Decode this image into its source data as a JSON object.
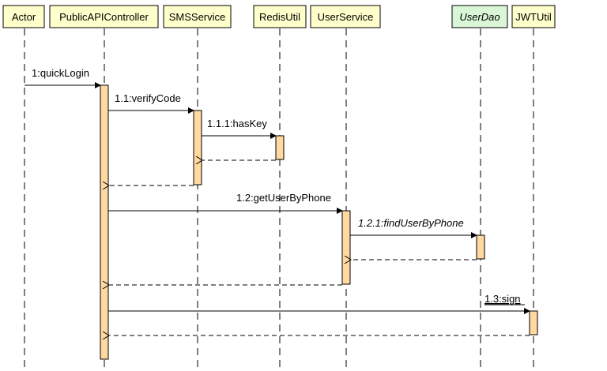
{
  "colors": {
    "head_fill": "#ffffcc",
    "head_fill_interface": "#d9f7d6",
    "activation_fill": "#ffd9a0"
  },
  "lifelines": [
    {
      "id": "actor",
      "label": "Actor",
      "italic": false
    },
    {
      "id": "controller",
      "label": "PublicAPIController",
      "italic": false
    },
    {
      "id": "sms",
      "label": "SMSService",
      "italic": false
    },
    {
      "id": "redis",
      "label": "RedisUtil",
      "italic": false
    },
    {
      "id": "user",
      "label": "UserService",
      "italic": false
    },
    {
      "id": "dao",
      "label": "UserDao",
      "italic": true
    },
    {
      "id": "jwt",
      "label": "JWTUtil",
      "italic": false
    }
  ],
  "messages": [
    {
      "label": "1:quickLogin",
      "from": "actor",
      "to": "controller",
      "italic": false
    },
    {
      "label": "1.1:verifyCode",
      "from": "controller",
      "to": "sms",
      "italic": false
    },
    {
      "label": "1.1.1:hasKey",
      "from": "sms",
      "to": "redis",
      "italic": false
    },
    {
      "label": "1.2:getUserByPhone",
      "from": "controller",
      "to": "user",
      "italic": false
    },
    {
      "label": "1.2.1:findUserByPhone",
      "from": "user",
      "to": "dao",
      "italic": true
    },
    {
      "label": "1.3:sign",
      "from": "controller",
      "to": "jwt",
      "italic": false
    }
  ]
}
